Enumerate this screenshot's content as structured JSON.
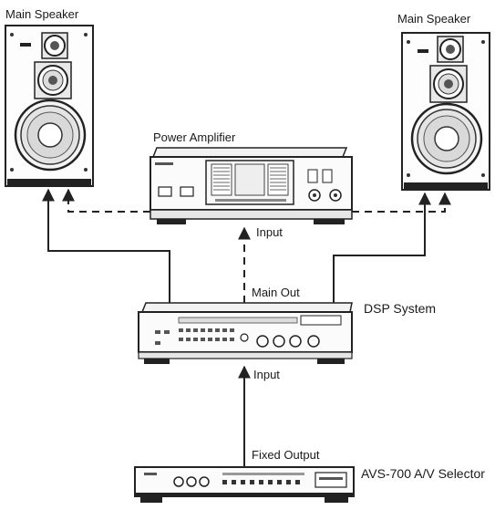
{
  "labels": {
    "main_speaker_left": "Main Speaker",
    "main_speaker_right": "Main Speaker",
    "power_amplifier": "Power Amplifier",
    "amp_input": "Input",
    "main_out": "Main Out",
    "dsp_system": "DSP System",
    "dsp_input": "Input",
    "fixed_output": "Fixed Output",
    "avs_selector": "AVS-700 A/V Selector"
  }
}
